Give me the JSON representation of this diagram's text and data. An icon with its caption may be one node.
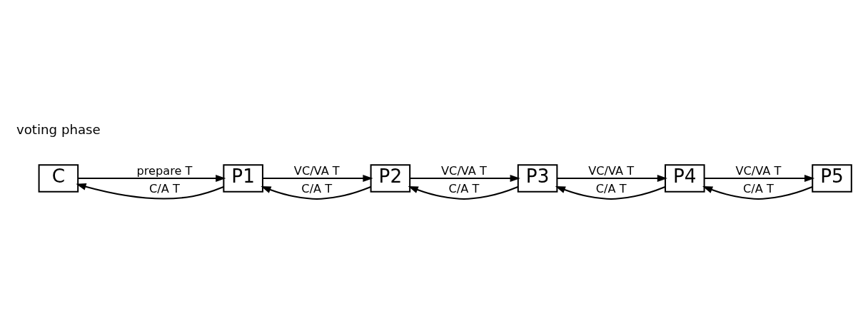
{
  "diagram": {
    "nodes": [
      {
        "text": [
          "C"
        ]
      },
      {
        "text": [
          "P1"
        ]
      },
      {
        "text": [
          "P2"
        ]
      },
      {
        "text": [
          "P3"
        ]
      },
      {
        "text": [
          "P4"
        ]
      },
      {
        "text": [
          "P5"
        ]
      }
    ],
    "edges": [
      {
        "from": 0,
        "to": 1,
        "arrow": "to",
        "label": "prepare T"
      },
      {
        "from": 1,
        "to": 0,
        "arrow": "to",
        "label": "C/A T"
      },
      {
        "from": 1,
        "to": 2,
        "arrow": "to",
        "label": "VC/VA T"
      },
      {
        "from": 2,
        "to": 1,
        "arrow": "to",
        "label": "C/A T"
      },
      {
        "from": 2,
        "to": 3,
        "arrow": "to",
        "label": "VC/VA T"
      },
      {
        "from": 3,
        "to": 2,
        "arrow": "to",
        "label": "C/A T"
      },
      {
        "from": 3,
        "to": 4,
        "arrow": "to",
        "label": "VC/VA T"
      },
      {
        "from": 4,
        "to": 3,
        "arrow": "to",
        "label": "C/A T"
      },
      {
        "from": 4,
        "to": 5,
        "arrow": "to",
        "label": "VC/VA T"
      },
      {
        "from": 5,
        "to": 4,
        "arrow": "to",
        "label": "C/A T"
      }
    ],
    "labels": [
      "voting phase"
    ]
  }
}
